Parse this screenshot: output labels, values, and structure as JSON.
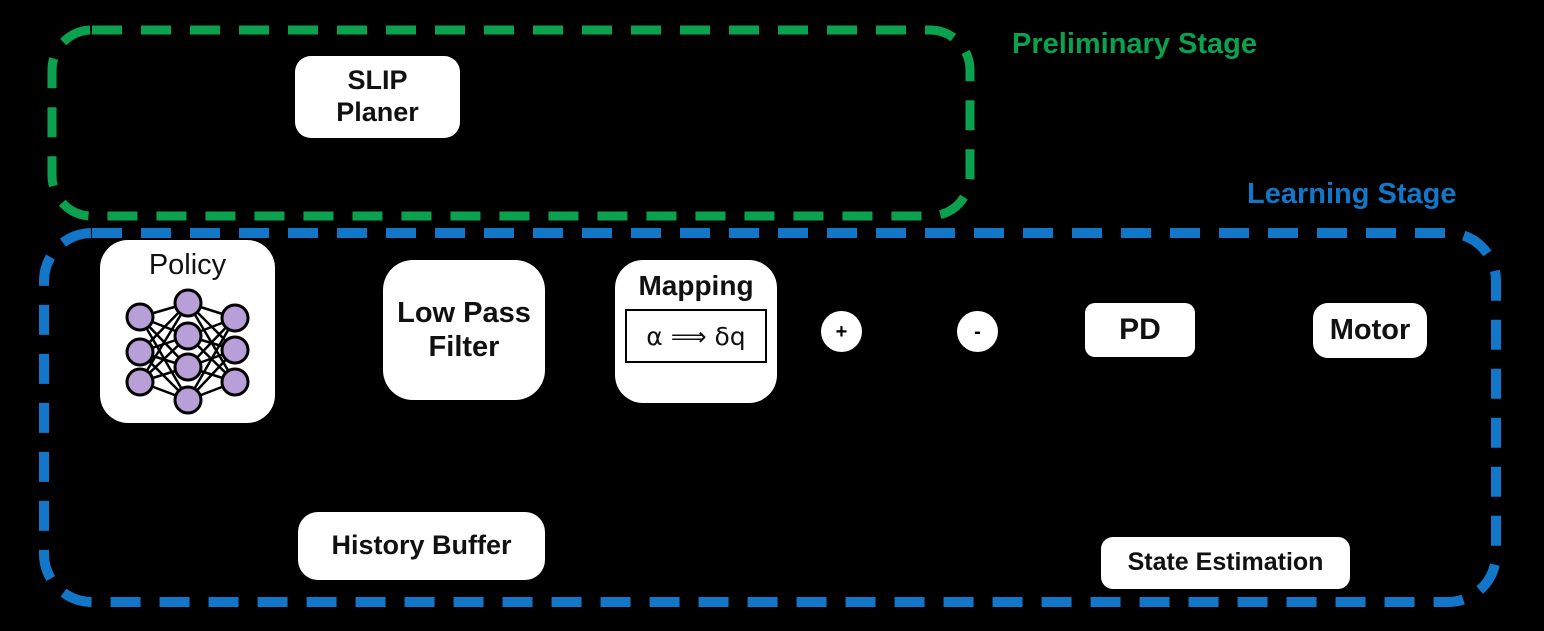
{
  "colors": {
    "preliminary_green": "#0aa24f",
    "learning_blue": "#1277c8",
    "nn_node_purple": "#b89fd8",
    "background": "#000000"
  },
  "stages": {
    "preliminary": {
      "label": "Preliminary Stage"
    },
    "learning": {
      "label": "Learning Stage"
    }
  },
  "blocks": {
    "slip_planner": {
      "label": "SLIP\nPlaner"
    },
    "policy": {
      "label": "Policy",
      "icon": "neural-network-icon"
    },
    "low_pass_filter": {
      "label": "Low Pass\nFilter"
    },
    "mapping": {
      "label": "Mapping",
      "formula": "α ⟹ δq"
    },
    "sum_plus": {
      "label": "+"
    },
    "sum_minus": {
      "label": "-"
    },
    "pd": {
      "label": "PD"
    },
    "motor": {
      "label": "Motor"
    },
    "history_buffer": {
      "label": "History Buffer"
    },
    "state_estimation": {
      "label": "State Estimation"
    }
  }
}
